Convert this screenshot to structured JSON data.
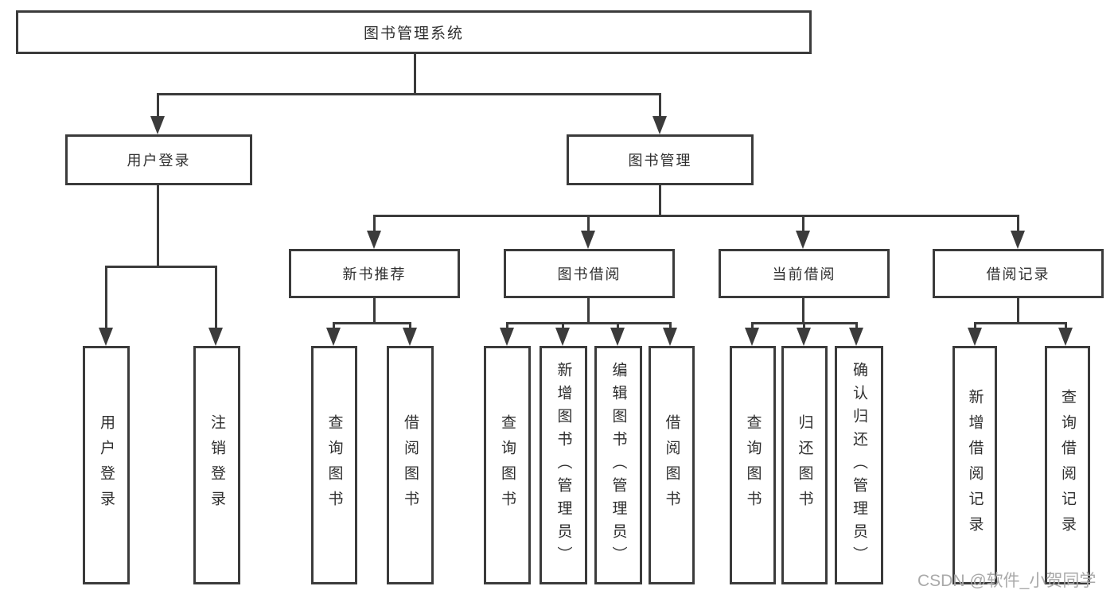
{
  "diagram": {
    "title": "图书管理系统",
    "line_color": "#3b3b3b",
    "watermark": "CSDN @软件_小贺同学",
    "root": {
      "label": "图书管理系统"
    },
    "level2": {
      "user_login": {
        "label": "用户登录"
      },
      "book_mgmt": {
        "label": "图书管理"
      }
    },
    "level3": {
      "new_book_rec": {
        "label": "新书推荐"
      },
      "book_borrow": {
        "label": "图书借阅"
      },
      "current_borrow": {
        "label": "当前借阅"
      },
      "borrow_records": {
        "label": "借阅记录"
      }
    },
    "leaves": {
      "user_login": "用户登录",
      "logout": "注销登录",
      "nb_query": "查询图书",
      "nb_borrow": "借阅图书",
      "bb_query": "查询图书",
      "bb_add": "新增图书（管理员）",
      "bb_edit": "编辑图书（管理员）",
      "bb_borrow": "借阅图书",
      "cb_query": "查询图书",
      "cb_return": "归还图书",
      "cb_confirm": "确认归还（管理员）",
      "br_add": "新增借阅记录",
      "br_query": "查询借阅记录"
    }
  }
}
